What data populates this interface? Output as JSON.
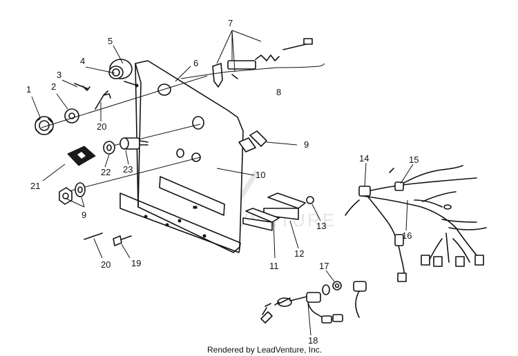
{
  "callouts": {
    "c1": "1",
    "c2": "2",
    "c3": "3",
    "c4": "4",
    "c5": "5",
    "c6": "6",
    "c7": "7",
    "c8": "8",
    "c9a": "9",
    "c9b": "9",
    "c10": "10",
    "c11": "11",
    "c12": "12",
    "c13": "13",
    "c14": "14",
    "c15": "15",
    "c16": "16",
    "c17": "17",
    "c18": "18",
    "c19": "19",
    "c20a": "20",
    "c20b": "20",
    "c21": "21",
    "c22": "22",
    "c23": "23"
  },
  "watermark": "LEADVENTURE",
  "footer": "Rendered by LeadVenture, Inc.",
  "colors": {
    "line": "#111111",
    "watermark": "#e6e6e6",
    "background": "#ffffff"
  }
}
